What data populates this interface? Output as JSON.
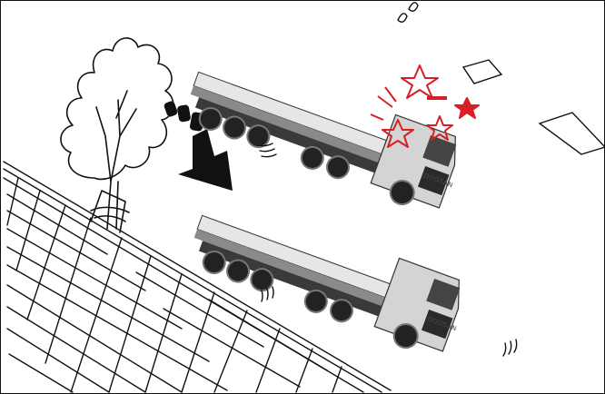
{
  "illustration": {
    "subjects": [
      "tree",
      "curb-and-paving",
      "truck-upper",
      "truck-lower",
      "motion-arrow",
      "impact-stars",
      "lane-markings"
    ],
    "truck_logo_text": "DOOSAN",
    "colors": {
      "line": "#111111",
      "impact": "#d81f26",
      "truck_body": "#d9d9d9",
      "truck_dark": "#3a3a3a",
      "background": "#ffffff"
    }
  }
}
